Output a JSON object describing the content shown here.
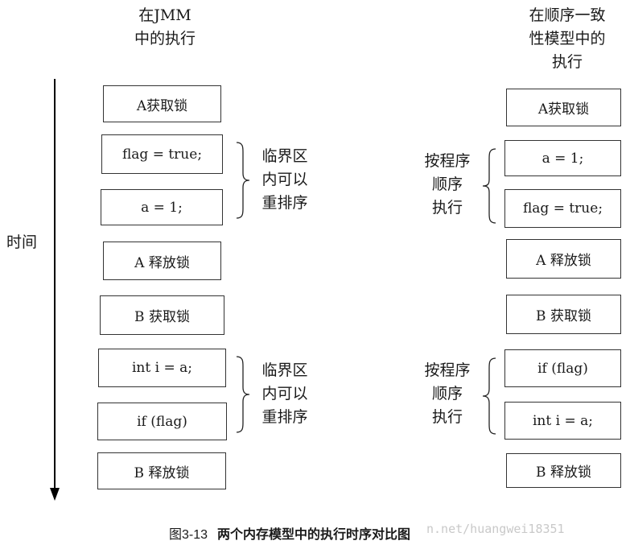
{
  "left": {
    "header": "在JMM\n中的执行",
    "steps": [
      "A获取锁",
      "flag = true;",
      "a = 1;",
      "A 释放锁",
      "B 获取锁",
      "int i = a;",
      "if (flag)",
      "B 释放锁"
    ],
    "notes": [
      "临界区\n内可以\n重排序",
      "临界区\n内可以\n重排序"
    ]
  },
  "right": {
    "header": "在顺序一致\n性模型中的\n执行",
    "steps": [
      "A获取锁",
      "a = 1;",
      "flag = true;",
      "A 释放锁",
      "B 获取锁",
      "if (flag)",
      "int i = a;",
      "B 释放锁"
    ],
    "notes": [
      "按程序\n顺序\n执行",
      "按程序\n顺序\n执行"
    ]
  },
  "axis": {
    "label": "时间"
  },
  "caption": {
    "number": "图3-13",
    "text": "两个内存模型中的执行时序对比图"
  },
  "watermark": "n.net/huangwei18351"
}
